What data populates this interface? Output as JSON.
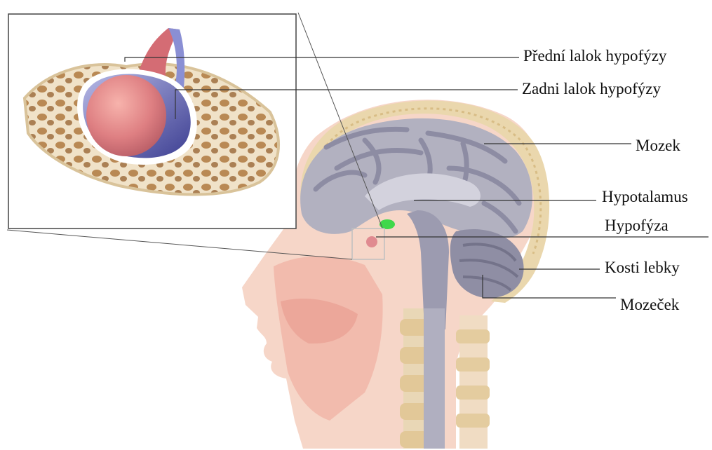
{
  "labels": {
    "anterior_lobe": "Přední lalok hypofýzy",
    "posterior_lobe": "Zadni lalok hypofýzy",
    "brain": "Mozek",
    "hypothalamus": "Hypotalamus",
    "pituitary": "Hypofýza",
    "skull": "Kosti lebky",
    "cerebellum": "Mozeček"
  },
  "colors": {
    "brain_gray": "#a9a9b9",
    "brain_dark": "#8c8ca0",
    "skin": "#f4c9b8",
    "bone": "#e6d2a6",
    "pituitary_red": "#d8757c",
    "pituitary_blue": "#4a4fa0",
    "hypothalamus_green": "#3fd84a",
    "leader_line": "#333333"
  }
}
